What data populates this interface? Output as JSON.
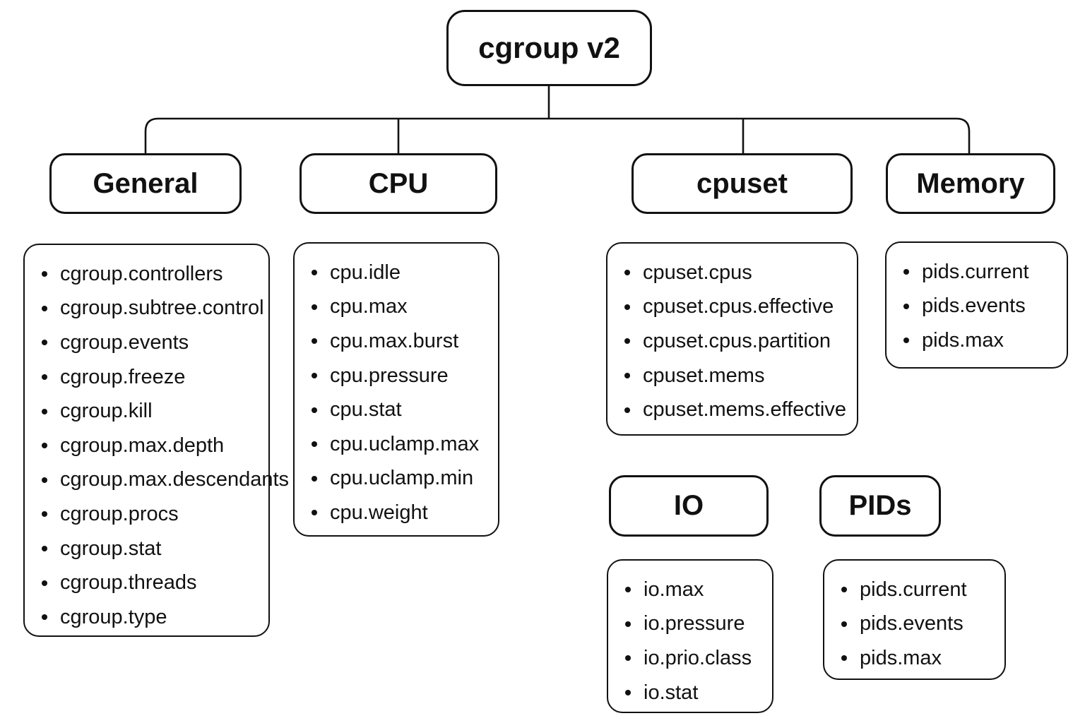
{
  "diagram": {
    "title": "cgroup v2 controller interface files tree",
    "colors": {
      "stroke": "#111111",
      "text": "#111111",
      "background": "#ffffff"
    },
    "root": {
      "label": "cgroup v2"
    },
    "groups": [
      {
        "label": "General",
        "items": [
          "cgroup.controllers",
          "cgroup.subtree.control",
          "cgroup.events",
          "cgroup.freeze",
          "cgroup.kill",
          "cgroup.max.depth",
          "cgroup.max.descendants",
          "cgroup.procs",
          "cgroup.stat",
          "cgroup.threads",
          "cgroup.type"
        ]
      },
      {
        "label": "CPU",
        "items": [
          "cpu.idle",
          "cpu.max",
          "cpu.max.burst",
          "cpu.pressure",
          "cpu.stat",
          "cpu.uclamp.max",
          "cpu.uclamp.min",
          "cpu.weight"
        ]
      },
      {
        "label": "cpuset",
        "items": [
          "cpuset.cpus",
          "cpuset.cpus.effective",
          "cpuset.cpus.partition",
          "cpuset.mems",
          "cpuset.mems.effective"
        ]
      },
      {
        "label": "Memory",
        "items": [
          "pids.current",
          "pids.events",
          "pids.max"
        ]
      },
      {
        "label": "IO",
        "items": [
          "io.max",
          "io.pressure",
          "io.prio.class",
          "io.stat"
        ]
      },
      {
        "label": "PIDs",
        "items": [
          "pids.current",
          "pids.events",
          "pids.max"
        ]
      }
    ]
  }
}
